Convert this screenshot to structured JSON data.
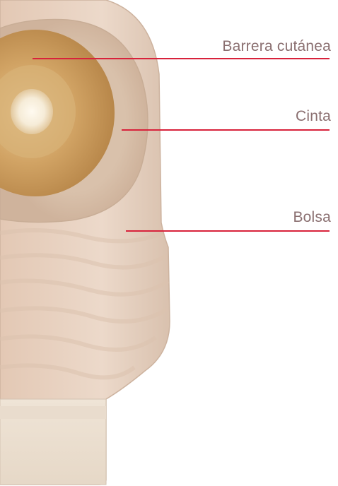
{
  "labels": {
    "barrier": "Barrera cutánea",
    "tape": "Cinta",
    "pouch": "Bolsa"
  },
  "colors": {
    "leader_line": "#d8223b",
    "label_text": "#8a6f70",
    "pouch_body": "#e8d3c3",
    "tape_ring": "#dcc6b6",
    "barrier": "#c99a5c",
    "background": "#ffffff"
  }
}
